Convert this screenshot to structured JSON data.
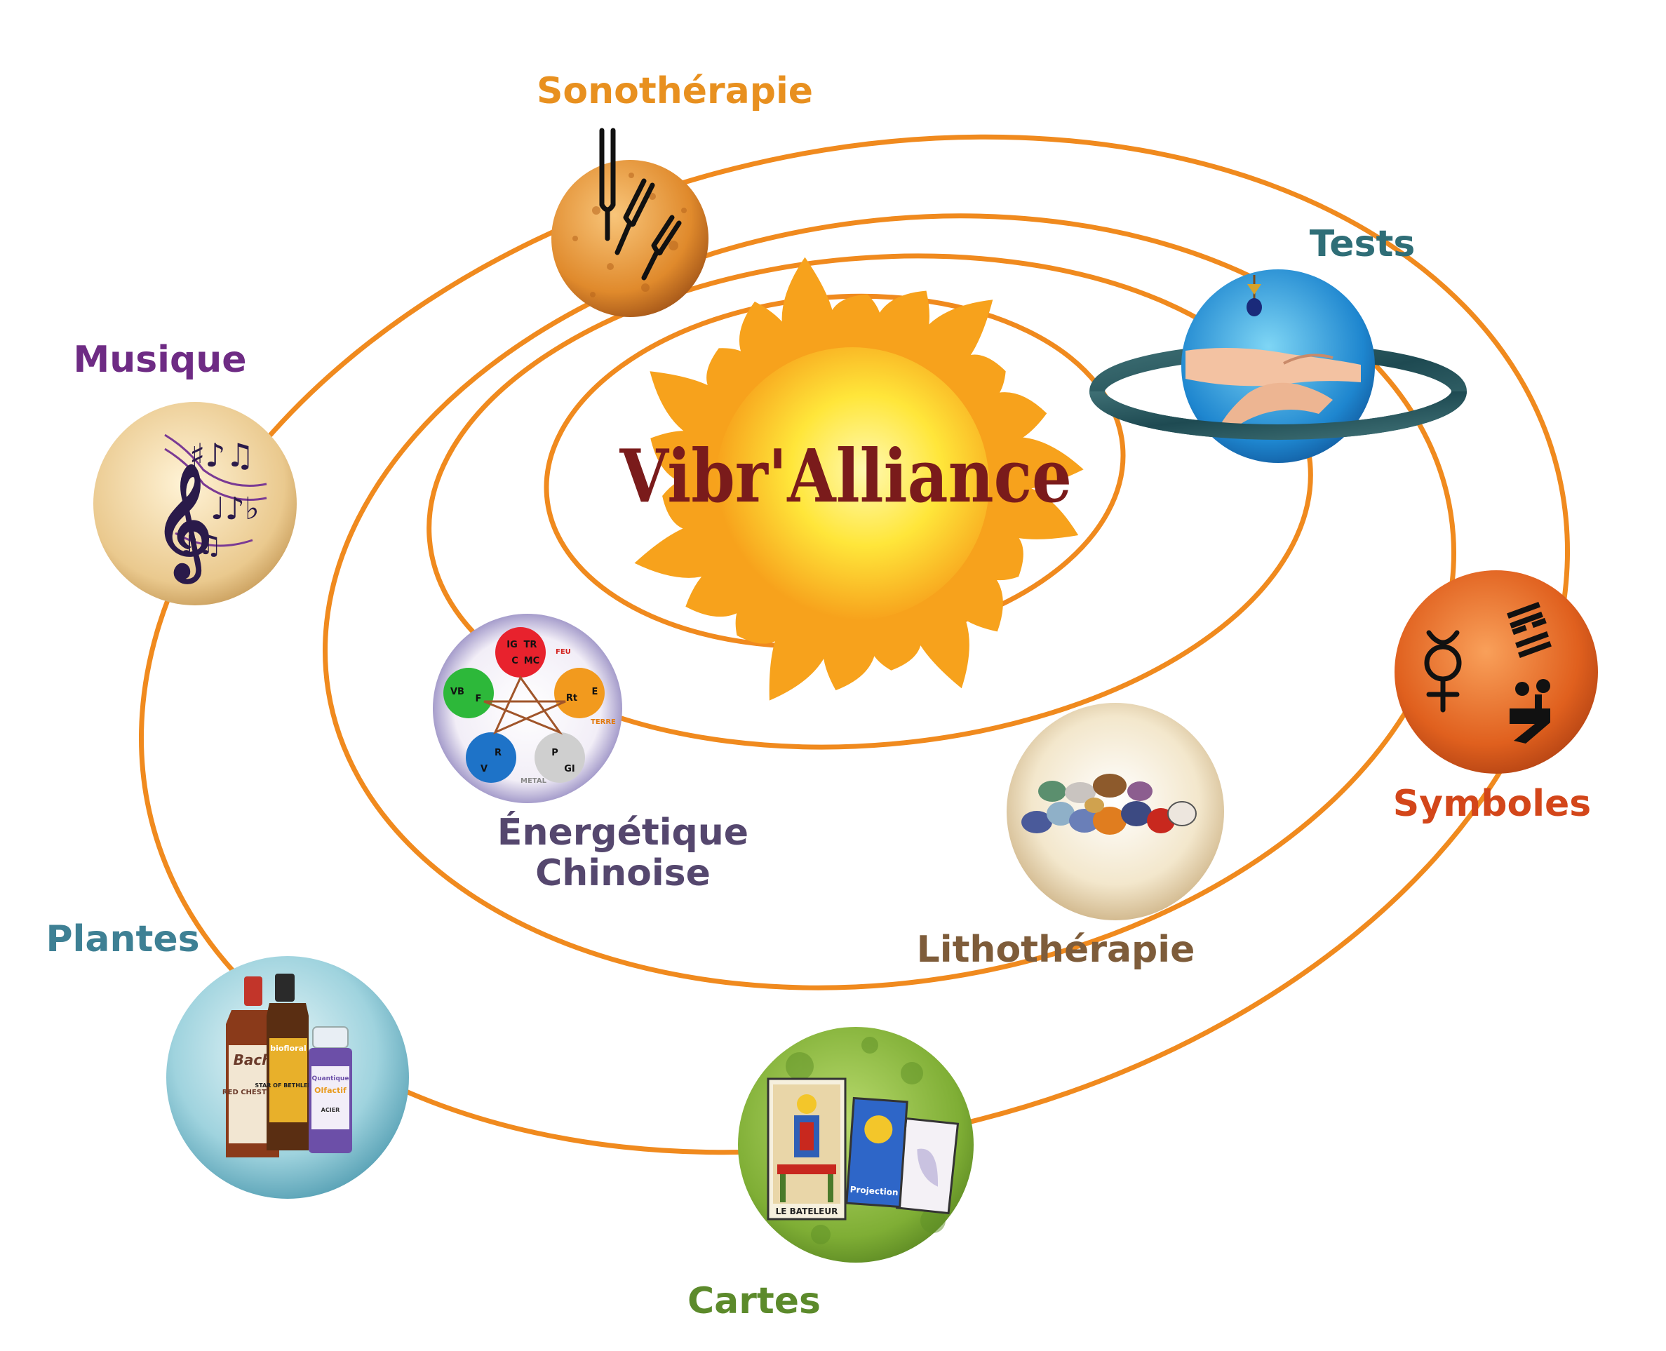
{
  "center": {
    "title": "Vibr'Alliance"
  },
  "colors": {
    "orbit": "#F08A1E",
    "sun_outer": "#F7A21C",
    "sun_inner": "#FFF15A",
    "title": "#7A1B1B"
  },
  "planets": [
    {
      "id": "sonotherapie",
      "label": "Sonothérapie",
      "color": "#E8901F",
      "icon": "tuning-fork-icon"
    },
    {
      "id": "tests",
      "label": "Tests",
      "color": "#2F6E77",
      "icon": "pendulum-hands-icon"
    },
    {
      "id": "musique",
      "label": "Musique",
      "color": "#6E2B84",
      "icon": "treble-clef-notes-icon"
    },
    {
      "id": "symboles",
      "label": "Symboles",
      "color": "#D3461A",
      "icon": "mercury-symbol-icon"
    },
    {
      "id": "energetique",
      "label_line1": "Énergétique",
      "label_line2": "Chinoise",
      "color": "#55476E",
      "icon": "five-elements-wheel-icon"
    },
    {
      "id": "lithotherapie",
      "label": "Lithothérapie",
      "color": "#7E5C3A",
      "icon": "stones-icon"
    },
    {
      "id": "plantes",
      "label": "Plantes",
      "color": "#3E8094",
      "icon": "flower-remedy-bottles-icon"
    },
    {
      "id": "cartes",
      "label": "Cartes",
      "color": "#5C8A2B",
      "icon": "tarot-cards-icon"
    }
  ],
  "wheel": {
    "fire": [
      "IG",
      "TR",
      "C",
      "MC"
    ],
    "fire_name": "FEU",
    "earth": [
      "Rt",
      "E"
    ],
    "earth_name": "TERRE",
    "metal": [
      "P",
      "GI"
    ],
    "metal_name": "METAL",
    "water": [
      "R",
      "V"
    ],
    "wood": [
      "VB",
      "F"
    ]
  },
  "bottles": {
    "bach_brand": "Bach",
    "bach_name": "RED CHESTNUT",
    "biofloral_brand": "biofloral",
    "biofloral_name": "STAR OF BETHLEHEM",
    "quantique_brand": "Quantique",
    "quantique_name": "Olfactif",
    "quantique_sub": "ACIER"
  },
  "cards": {
    "tarot_name": "LE BATELEUR",
    "card2_word": "Projection"
  }
}
